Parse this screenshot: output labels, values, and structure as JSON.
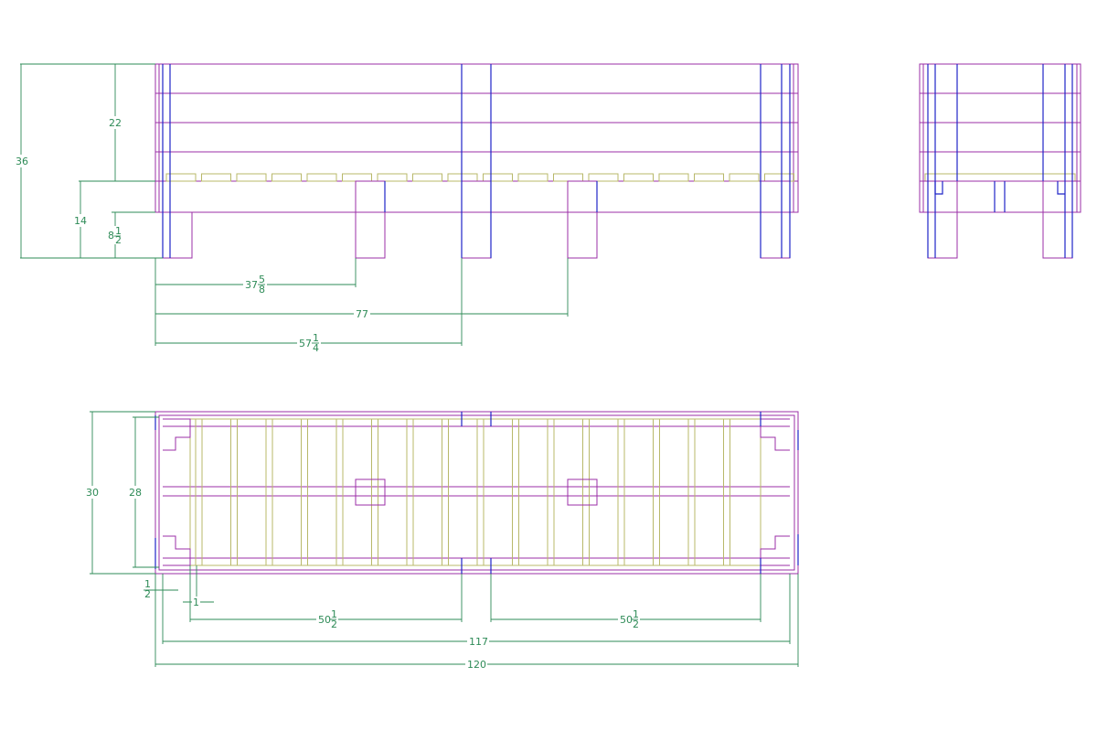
{
  "colors": {
    "structure": "#9b2fa7",
    "posts": "#1f24c8",
    "slats": "#b8b86a",
    "dimensions": "#2e8b57",
    "background": "#ffffff"
  },
  "dimensions": {
    "overall_height": {
      "whole": "36",
      "num": "",
      "den": ""
    },
    "wall_height": {
      "whole": "22",
      "num": "",
      "den": ""
    },
    "base_height": {
      "whole": "14",
      "num": "",
      "den": ""
    },
    "leg_height": {
      "whole": "8",
      "num": "1",
      "den": "2"
    },
    "leg_offset_1": {
      "whole": "37",
      "num": "5",
      "den": "8"
    },
    "leg_offset_3": {
      "whole": "77",
      "num": "",
      "den": ""
    },
    "leg_offset_2": {
      "whole": "57",
      "num": "1",
      "den": "4"
    },
    "plan_width_outer": {
      "whole": "30",
      "num": "",
      "den": ""
    },
    "plan_width_inner": {
      "whole": "28",
      "num": "",
      "den": ""
    },
    "edge_half": {
      "whole": "",
      "num": "1",
      "den": "2"
    },
    "edge_one": {
      "whole": "1",
      "num": "",
      "den": ""
    },
    "span_left": {
      "whole": "50",
      "num": "1",
      "den": "2"
    },
    "span_right": {
      "whole": "50",
      "num": "1",
      "den": "2"
    },
    "inner_length": {
      "whole": "117",
      "num": "",
      "den": ""
    },
    "overall_length": {
      "whole": "120",
      "num": "",
      "den": ""
    }
  }
}
